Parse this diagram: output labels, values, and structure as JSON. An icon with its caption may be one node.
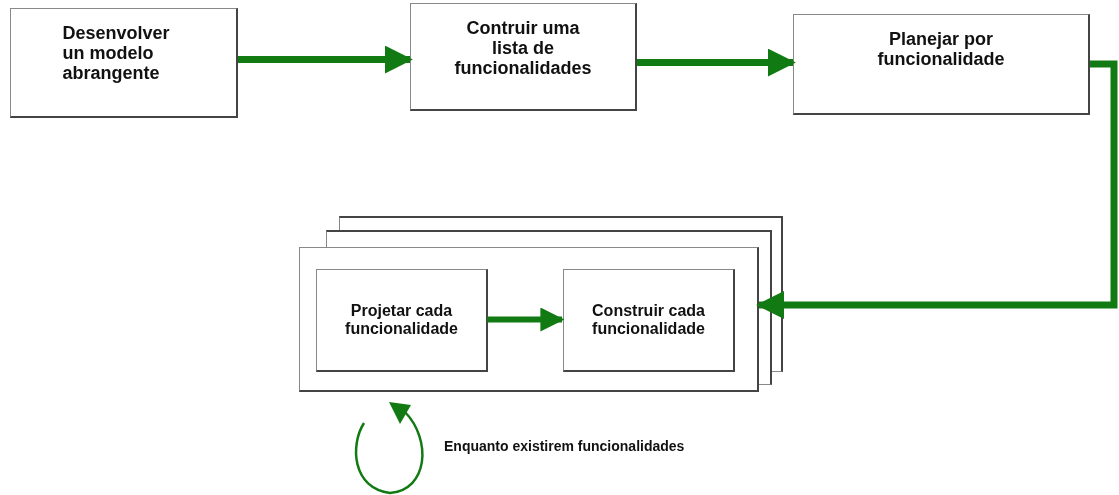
{
  "diagram": {
    "nodes": [
      {
        "text": [
          "Desenvolver un modelo abrangente"
        ]
      },
      {
        "text": [
          "Contruir uma lista de funcionalidades"
        ]
      },
      {
        "text": [
          "Planejar por funcionalidade"
        ]
      },
      {
        "text": [],
        "shape": "box"
      },
      {
        "text": [
          "Projetar cada funcionalidade"
        ],
        "in": 3
      },
      {
        "text": [
          "Construir cada funcionalidade"
        ],
        "in": 3
      }
    ],
    "edges": [
      {
        "from": 0,
        "to": 1,
        "arrow": "to"
      },
      {
        "from": 1,
        "to": 2,
        "arrow": "to"
      },
      {
        "from": 2,
        "to": 3,
        "arrow": "to"
      },
      {
        "from": 4,
        "to": 5,
        "arrow": "to"
      }
    ],
    "labels": [
      "Enquanto existirem funcionalidades"
    ]
  }
}
